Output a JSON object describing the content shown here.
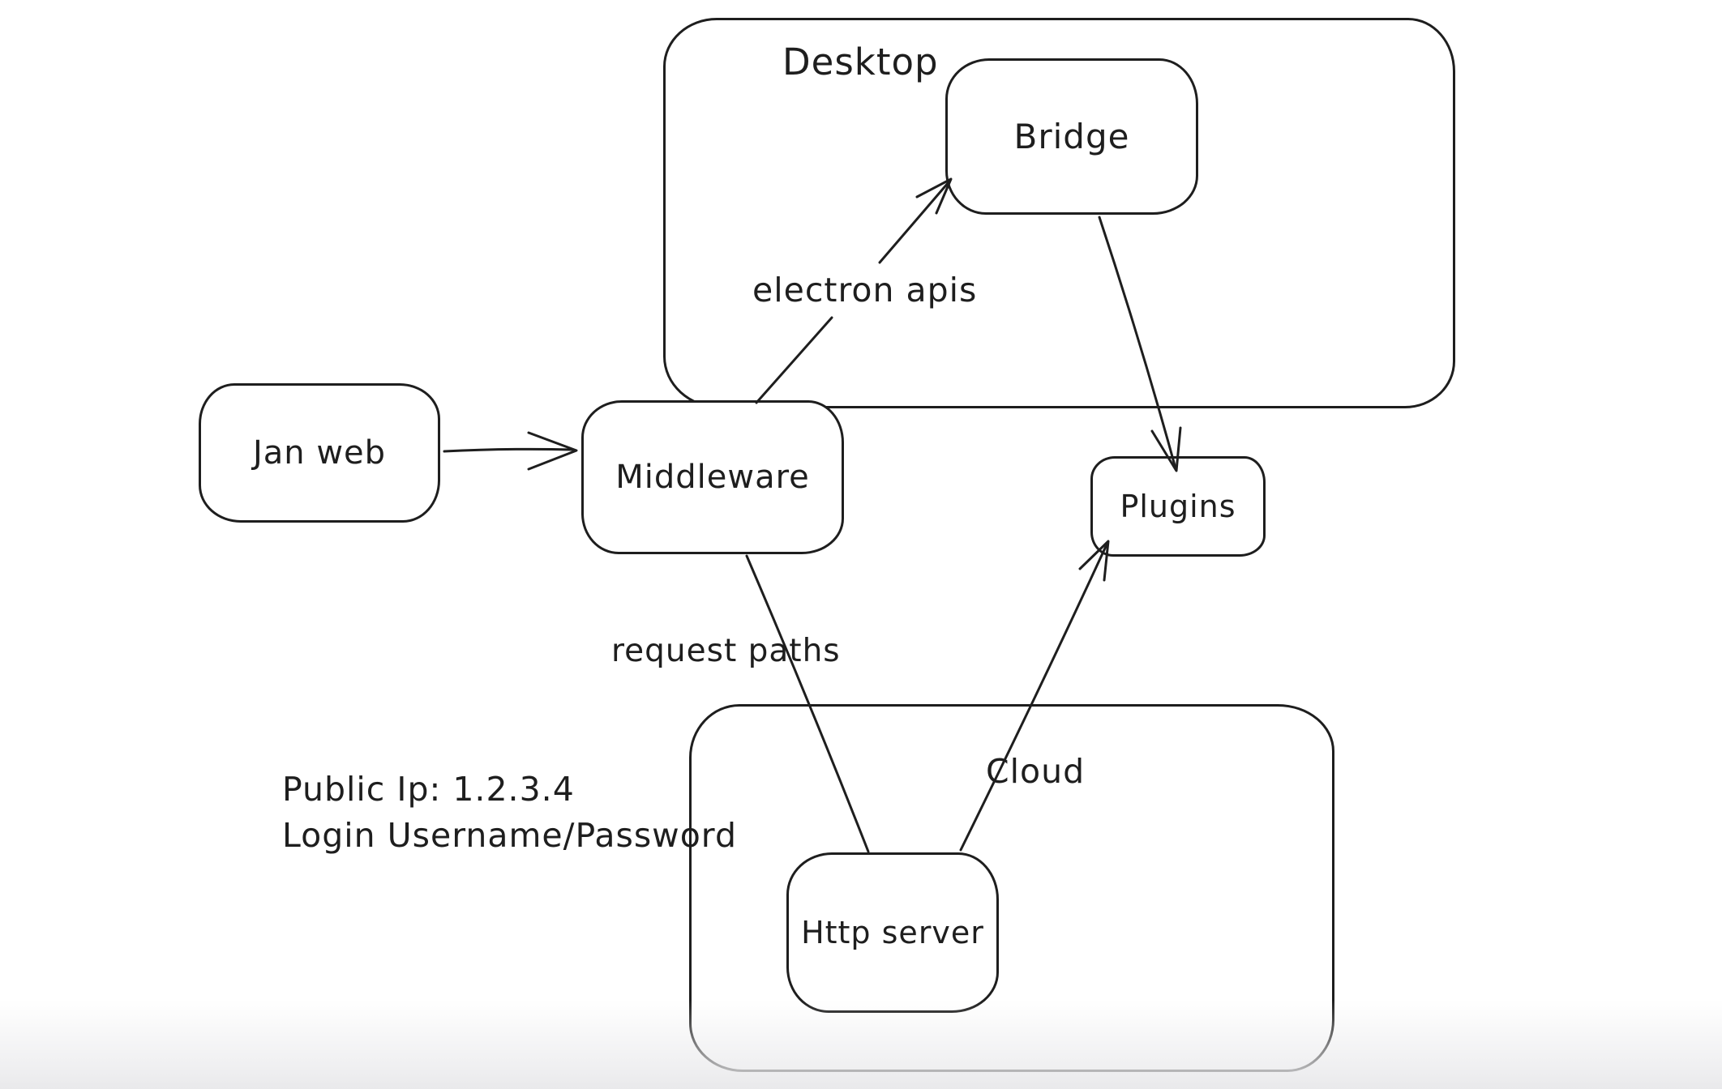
{
  "canvas": {
    "background": "#ffffff",
    "stroke": "#1e1e1e",
    "bottom_fade": "#e9e9eb"
  },
  "containers": {
    "desktop": {
      "label": "Desktop"
    },
    "cloud": {
      "label": "Cloud"
    }
  },
  "nodes": {
    "jan_web": {
      "label": "Jan web"
    },
    "middleware": {
      "label": "Middleware"
    },
    "bridge": {
      "label": "Bridge"
    },
    "plugins": {
      "label": "Plugins"
    },
    "http_server": {
      "label": "Http server"
    }
  },
  "edges": {
    "jan_web_to_middleware": {
      "from": "Jan web",
      "to": "Middleware",
      "label": "",
      "arrowhead": "end"
    },
    "middleware_to_bridge": {
      "from": "Middleware",
      "to": "Bridge",
      "label": "electron apis",
      "arrowhead": "end"
    },
    "bridge_to_plugins": {
      "from": "Bridge",
      "to": "Plugins",
      "label": "",
      "arrowhead": "end"
    },
    "middleware_to_http_server": {
      "from": "Middleware",
      "to": "Http server",
      "label": "request paths",
      "arrowhead": "none"
    },
    "http_server_to_plugins": {
      "from": "Http server",
      "to": "Plugins",
      "label": "",
      "arrowhead": "end"
    }
  },
  "annotations": {
    "public_ip": "Public Ip: 1.2.3.4",
    "login": "Login Username/Password"
  }
}
